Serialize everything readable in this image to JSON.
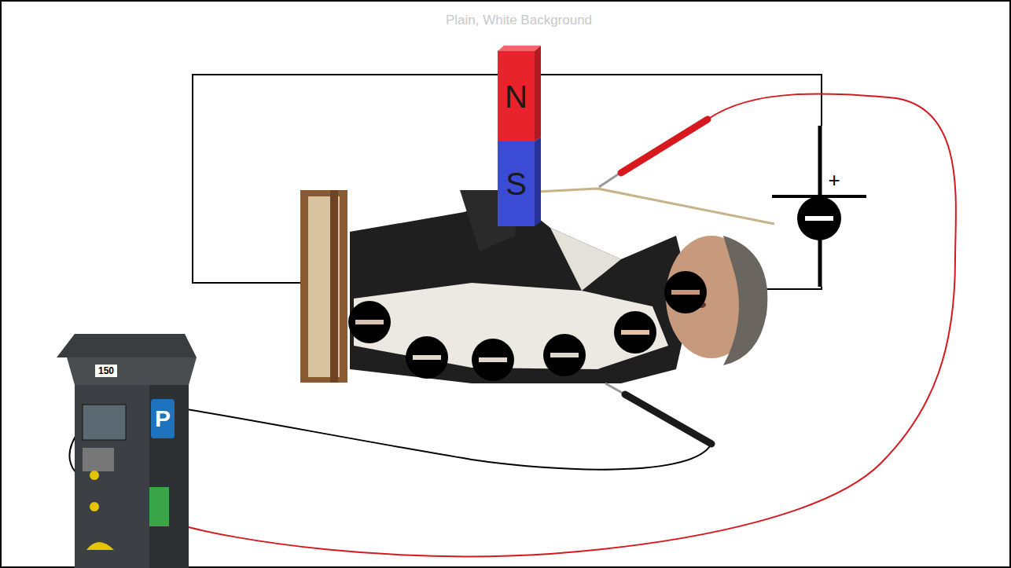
{
  "diagram": {
    "nodes": [
      {
        "text": [
          "N"
        ]
      },
      {
        "text": [
          "S"
        ]
      }
    ],
    "labels": [
      "Plain, White Background",
      "+",
      "150",
      "P"
    ]
  }
}
